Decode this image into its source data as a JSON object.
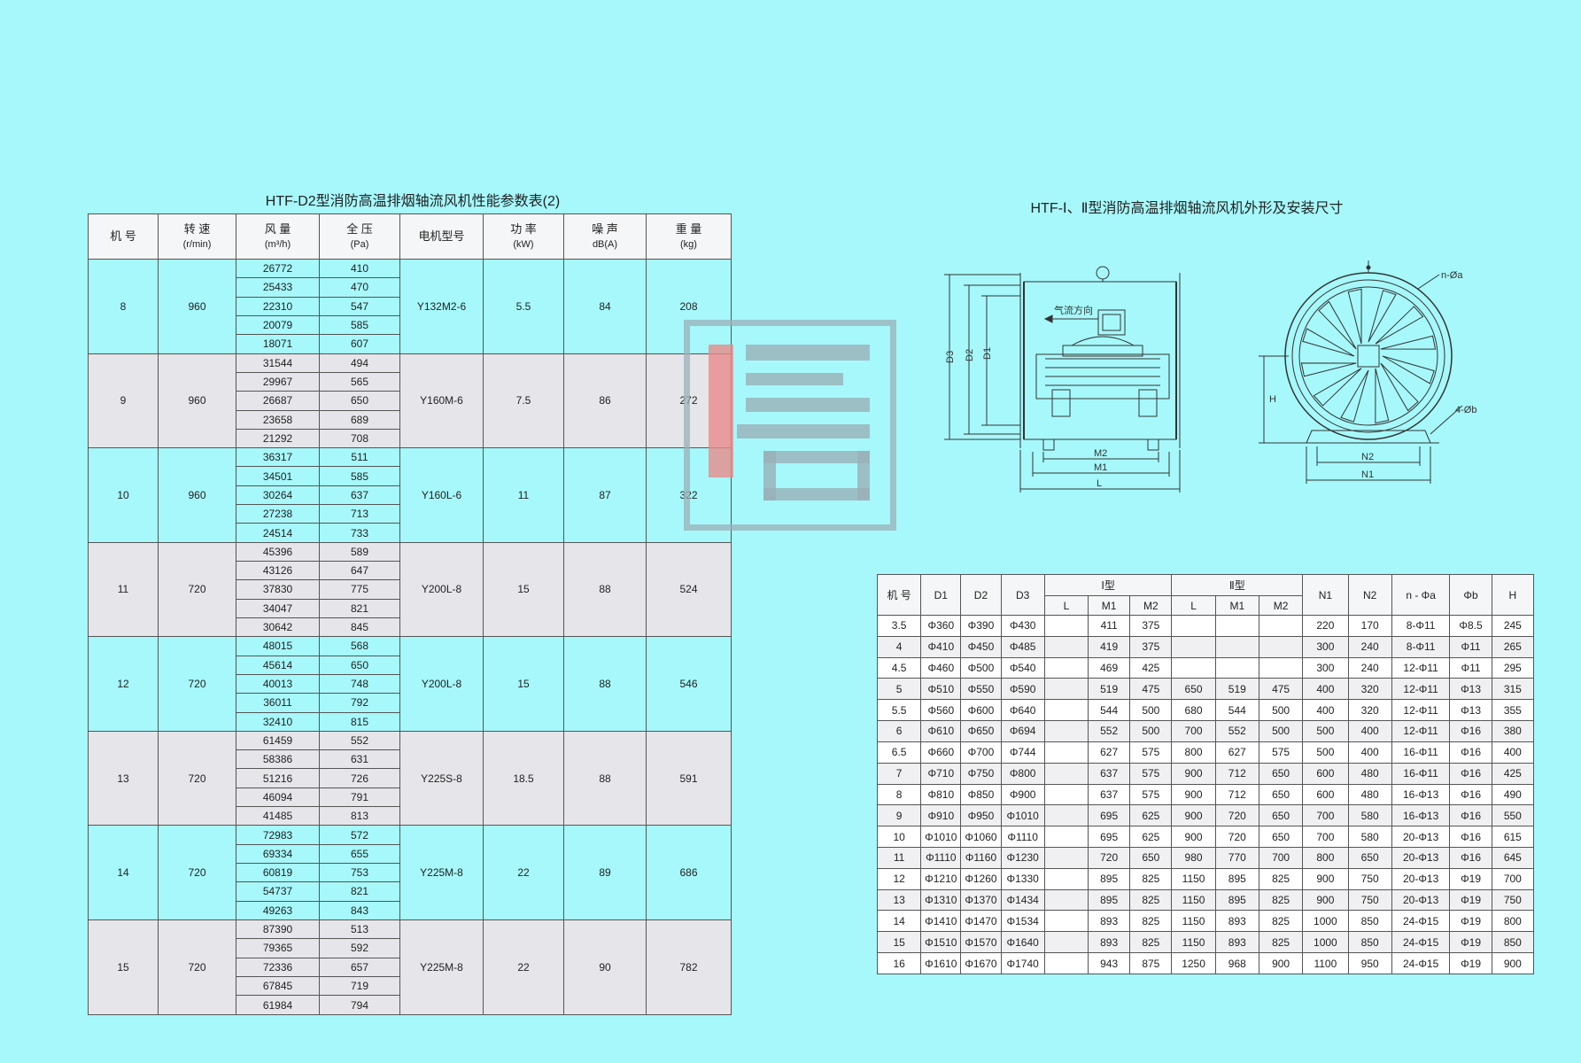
{
  "performance_table": {
    "title": "HTF-D2型消防高温排烟轴流风机性能参数表(2)",
    "headers": {
      "model_no": "机 号",
      "speed": "转 速",
      "speed_unit": "(r/min)",
      "airflow": "风 量",
      "airflow_unit": "(m³/h)",
      "pressure": "全 压",
      "pressure_unit": "(Pa)",
      "motor": "电机型号",
      "power": "功 率",
      "power_unit": "(kW)",
      "noise": "噪 声",
      "noise_unit": "dB(A)",
      "weight": "重 量",
      "weight_unit": "(kg)"
    },
    "groups": [
      {
        "model": "8",
        "speed": "960",
        "motor": "Y132M2-6",
        "power": "5.5",
        "noise": "84",
        "weight": "208",
        "rows": [
          [
            "26772",
            "410"
          ],
          [
            "25433",
            "470"
          ],
          [
            "22310",
            "547"
          ],
          [
            "20079",
            "585"
          ],
          [
            "18071",
            "607"
          ]
        ]
      },
      {
        "model": "9",
        "speed": "960",
        "motor": "Y160M-6",
        "power": "7.5",
        "noise": "86",
        "weight": "272",
        "rows": [
          [
            "31544",
            "494"
          ],
          [
            "29967",
            "565"
          ],
          [
            "26687",
            "650"
          ],
          [
            "23658",
            "689"
          ],
          [
            "21292",
            "708"
          ]
        ]
      },
      {
        "model": "10",
        "speed": "960",
        "motor": "Y160L-6",
        "power": "11",
        "noise": "87",
        "weight": "322",
        "rows": [
          [
            "36317",
            "511"
          ],
          [
            "34501",
            "585"
          ],
          [
            "30264",
            "637"
          ],
          [
            "27238",
            "713"
          ],
          [
            "24514",
            "733"
          ]
        ]
      },
      {
        "model": "11",
        "speed": "720",
        "motor": "Y200L-8",
        "power": "15",
        "noise": "88",
        "weight": "524",
        "rows": [
          [
            "45396",
            "589"
          ],
          [
            "43126",
            "647"
          ],
          [
            "37830",
            "775"
          ],
          [
            "34047",
            "821"
          ],
          [
            "30642",
            "845"
          ]
        ]
      },
      {
        "model": "12",
        "speed": "720",
        "motor": "Y200L-8",
        "power": "15",
        "noise": "88",
        "weight": "546",
        "rows": [
          [
            "48015",
            "568"
          ],
          [
            "45614",
            "650"
          ],
          [
            "40013",
            "748"
          ],
          [
            "36011",
            "792"
          ],
          [
            "32410",
            "815"
          ]
        ]
      },
      {
        "model": "13",
        "speed": "720",
        "motor": "Y225S-8",
        "power": "18.5",
        "noise": "88",
        "weight": "591",
        "rows": [
          [
            "61459",
            "552"
          ],
          [
            "58386",
            "631"
          ],
          [
            "51216",
            "726"
          ],
          [
            "46094",
            "791"
          ],
          [
            "41485",
            "813"
          ]
        ]
      },
      {
        "model": "14",
        "speed": "720",
        "motor": "Y225M-8",
        "power": "22",
        "noise": "89",
        "weight": "686",
        "rows": [
          [
            "72983",
            "572"
          ],
          [
            "69334",
            "655"
          ],
          [
            "60819",
            "753"
          ],
          [
            "54737",
            "821"
          ],
          [
            "49263",
            "843"
          ]
        ]
      },
      {
        "model": "15",
        "speed": "720",
        "motor": "Y225M-8",
        "power": "22",
        "noise": "90",
        "weight": "782",
        "rows": [
          [
            "87390",
            "513"
          ],
          [
            "79365",
            "592"
          ],
          [
            "72336",
            "657"
          ],
          [
            "67845",
            "719"
          ],
          [
            "61984",
            "794"
          ]
        ]
      }
    ]
  },
  "dimension_section": {
    "title": "HTF-Ⅰ、Ⅱ型消防高温排烟轴流风机外形及安装尺寸",
    "drawing_labels": {
      "airflow_direction": "气流方向",
      "d3": "D3",
      "d2": "D2",
      "d1": "D1",
      "m2": "M2",
      "m1": "M1",
      "l": "L",
      "n_phi_a": "n-Øa",
      "h": "H",
      "four_phi_b": "4-Øb",
      "n2": "N2",
      "n1": "N1"
    },
    "headers": {
      "model_no": "机 号",
      "d1": "D1",
      "d2": "D2",
      "d3": "D3",
      "type1": "Ⅰ型",
      "type2": "Ⅱ型",
      "l": "L",
      "m1": "M1",
      "m2": "M2",
      "n1": "N1",
      "n2": "N2",
      "n_phi_a": "n - Φa",
      "phi_b": "Φb",
      "h": "H"
    },
    "rows": [
      [
        "3.5",
        "Φ360",
        "Φ390",
        "Φ430",
        "",
        "411",
        "375",
        "",
        "",
        "",
        "220",
        "170",
        "8-Φ11",
        "Φ8.5",
        "245"
      ],
      [
        "4",
        "Φ410",
        "Φ450",
        "Φ485",
        "",
        "419",
        "375",
        "",
        "",
        "",
        "300",
        "240",
        "8-Φ11",
        "Φ11",
        "265"
      ],
      [
        "4.5",
        "Φ460",
        "Φ500",
        "Φ540",
        "",
        "469",
        "425",
        "",
        "",
        "",
        "300",
        "240",
        "12-Φ11",
        "Φ11",
        "295"
      ],
      [
        "5",
        "Φ510",
        "Φ550",
        "Φ590",
        "",
        "519",
        "475",
        "650",
        "519",
        "475",
        "400",
        "320",
        "12-Φ11",
        "Φ13",
        "315"
      ],
      [
        "5.5",
        "Φ560",
        "Φ600",
        "Φ640",
        "",
        "544",
        "500",
        "680",
        "544",
        "500",
        "400",
        "320",
        "12-Φ11",
        "Φ13",
        "355"
      ],
      [
        "6",
        "Φ610",
        "Φ650",
        "Φ694",
        "",
        "552",
        "500",
        "700",
        "552",
        "500",
        "500",
        "400",
        "12-Φ11",
        "Φ16",
        "380"
      ],
      [
        "6.5",
        "Φ660",
        "Φ700",
        "Φ744",
        "",
        "627",
        "575",
        "800",
        "627",
        "575",
        "500",
        "400",
        "16-Φ11",
        "Φ16",
        "400"
      ],
      [
        "7",
        "Φ710",
        "Φ750",
        "Φ800",
        "",
        "637",
        "575",
        "900",
        "712",
        "650",
        "600",
        "480",
        "16-Φ11",
        "Φ16",
        "425"
      ],
      [
        "8",
        "Φ810",
        "Φ850",
        "Φ900",
        "",
        "637",
        "575",
        "900",
        "712",
        "650",
        "600",
        "480",
        "16-Φ13",
        "Φ16",
        "490"
      ],
      [
        "9",
        "Φ910",
        "Φ950",
        "Φ1010",
        "",
        "695",
        "625",
        "900",
        "720",
        "650",
        "700",
        "580",
        "16-Φ13",
        "Φ16",
        "550"
      ],
      [
        "10",
        "Φ1010",
        "Φ1060",
        "Φ1110",
        "",
        "695",
        "625",
        "900",
        "720",
        "650",
        "700",
        "580",
        "20-Φ13",
        "Φ16",
        "615"
      ],
      [
        "11",
        "Φ1110",
        "Φ1160",
        "Φ1230",
        "",
        "720",
        "650",
        "980",
        "770",
        "700",
        "800",
        "650",
        "20-Φ13",
        "Φ16",
        "645"
      ],
      [
        "12",
        "Φ1210",
        "Φ1260",
        "Φ1330",
        "",
        "895",
        "825",
        "1150",
        "895",
        "825",
        "900",
        "750",
        "20-Φ13",
        "Φ19",
        "700"
      ],
      [
        "13",
        "Φ1310",
        "Φ1370",
        "Φ1434",
        "",
        "895",
        "825",
        "1150",
        "895",
        "825",
        "900",
        "750",
        "20-Φ13",
        "Φ19",
        "750"
      ],
      [
        "14",
        "Φ1410",
        "Φ1470",
        "Φ1534",
        "",
        "893",
        "825",
        "1150",
        "893",
        "825",
        "1000",
        "850",
        "24-Φ15",
        "Φ19",
        "800"
      ],
      [
        "15",
        "Φ1510",
        "Φ1570",
        "Φ1640",
        "",
        "893",
        "825",
        "1150",
        "893",
        "825",
        "1000",
        "850",
        "24-Φ15",
        "Φ19",
        "850"
      ],
      [
        "16",
        "Φ1610",
        "Φ1670",
        "Φ1740",
        "",
        "943",
        "875",
        "1250",
        "968",
        "900",
        "1100",
        "950",
        "24-Φ15",
        "Φ19",
        "900"
      ]
    ]
  },
  "colors": {
    "background": "#a6f8fb",
    "row_gray": "#e6e6ea",
    "logo_red": "#e88a8a",
    "logo_gray": "#9ab0b8"
  },
  "icons": {
    "logo": "stylized-character-watermark-logo"
  }
}
